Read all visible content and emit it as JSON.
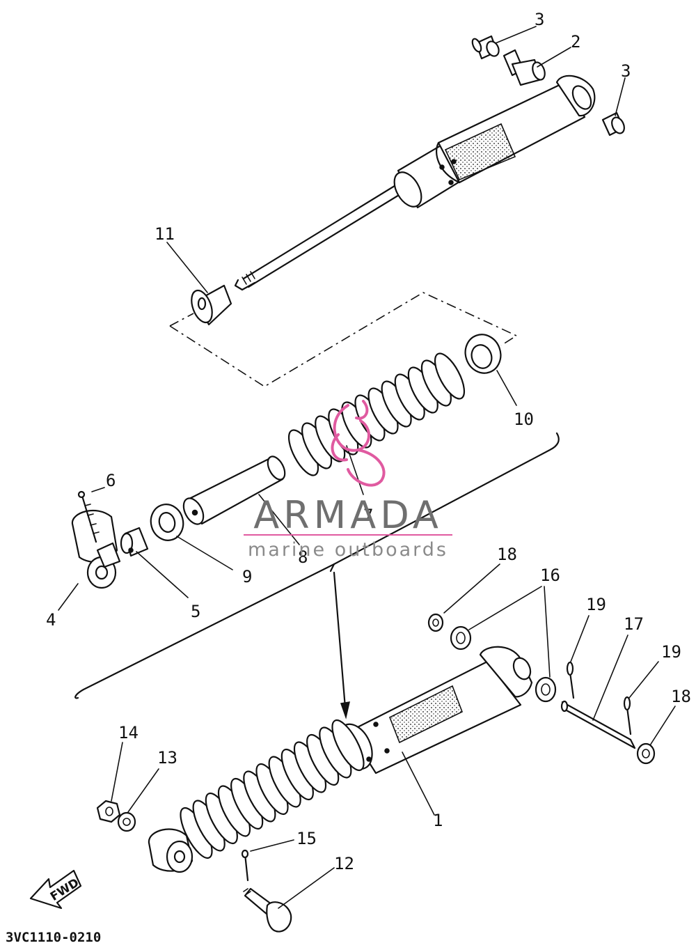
{
  "diagram_code": "3VC1110-0210",
  "direction_label": "FWD",
  "watermark": {
    "brand": "ARMADA",
    "tagline": "marine outboards",
    "accent_color": "#e05aa0"
  },
  "callouts": {
    "c1": "1",
    "c2": "2",
    "c3a": "3",
    "c3b": "3",
    "c4": "4",
    "c5": "5",
    "c6": "6",
    "c7": "7",
    "c8": "8",
    "c9": "9",
    "c10": "10",
    "c11": "11",
    "c12": "12",
    "c13": "13",
    "c14": "14",
    "c15": "15",
    "c16": "16",
    "c17": "17",
    "c18a": "18",
    "c18b": "18",
    "c19a": "19",
    "c19b": "19"
  }
}
